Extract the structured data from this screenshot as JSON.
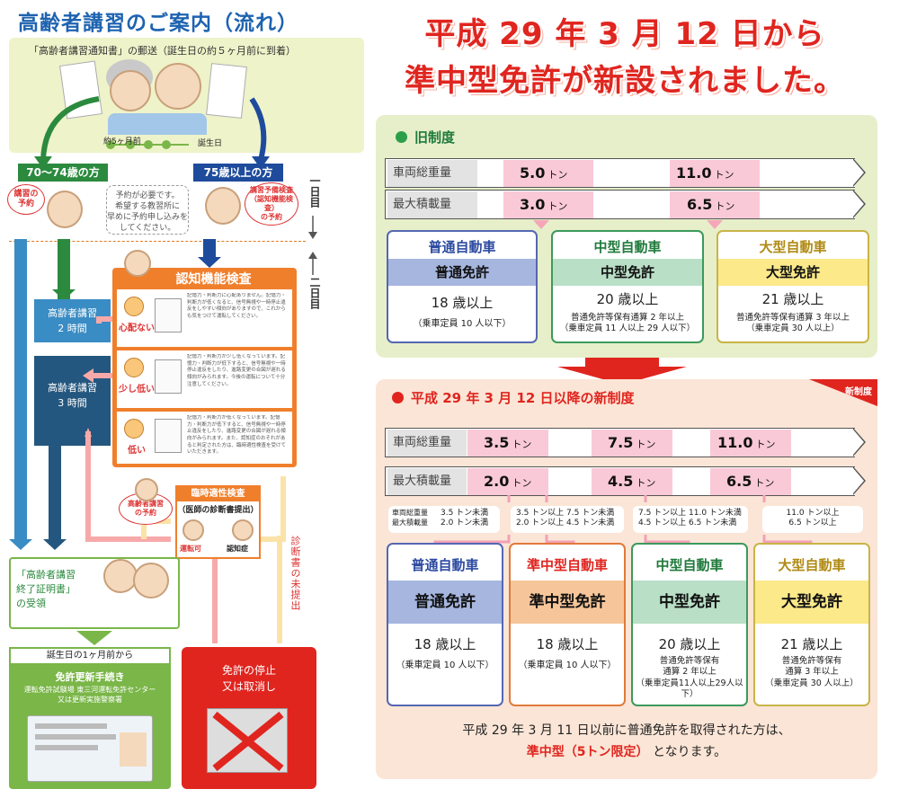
{
  "left": {
    "title": "高齢者講習のご案内（流れ）",
    "mail_notice": "「高齢者講習通知書」の郵送（誕生日の約５ヶ月前に到着）",
    "timeline_start": "約5ヶ月前",
    "timeline_end": "誕生日",
    "group_young": "70～74歳の方",
    "group_old": "75歳以上の方",
    "bubble_young": "講習の\n予約",
    "bubble_old": "講習予備検査\n（認知機能検査）\nの予約",
    "reserve_note": "予約が必要です。\n希望する教習所に\n早めに予約申し込みを\nしてください。",
    "day1": "一日目",
    "day2": "二日目",
    "cognitive_title": "認知機能検査",
    "cognitive_rows": [
      {
        "label": "心配ない",
        "text": "記憶力・判断力に心配ありません。記憶力・判断力が低くなると、信号無視や一時停止違反をしやすい傾向がありますので、これからも気をつけて運転してください。"
      },
      {
        "label": "少し低い",
        "text": "記憶力・判断力が少し低くなっています。記憶力・判断力が低下すると、信号無視や一時停止違反をしたり、進路変更の合図が遅れる傾向がみられます。今後の運転について十分注意してください。"
      },
      {
        "label": "低い",
        "text": "記憶力・判断力が低くなっています。記憶力・判断力が低下すると、信号無視や一時停止違反をしたり、進路変更の合図が遅れる傾向がみられます。また、認知症のおそれがあると判定された方は、臨時適性検査を受けていただきます。"
      }
    ],
    "lecture_2h": "高齢者講習\n2 時間",
    "lecture_3h": "高齢者講習\n3 時間",
    "bubble_reserve": "高齢者講習\nの予約",
    "temp_title": "臨時適性検査",
    "temp_sub": "（医師の診断書提出）",
    "temp_ok": "運転可",
    "temp_ng": "認知症",
    "doc_not_submitted": "診断書の未提出",
    "certificate": "「高齢者講習\n終了証明書」\nの受領",
    "renew_head": "誕生日の1ヶ月前から",
    "renew_title": "免許更新手続き",
    "renew_sub": "運転免許試験場 東三河運転免許センター\n又は更新実施警察署",
    "suspend": "免許の停止\n又は取消し"
  },
  "right": {
    "title_line1": "平成 29 年 3 月 12 日から",
    "title_line2": "準中型免許が新設されました。",
    "old_heading": "旧制度",
    "new_heading": "平成 29 年 3 月 12 日以降の新制度",
    "new_badge": "新制度",
    "row_gross": "車両総重量",
    "row_load": "最大積載量",
    "ton_unit": "トン",
    "old_gross": [
      "5.0",
      "11.0"
    ],
    "old_load": [
      "3.0",
      "6.5"
    ],
    "new_gross": [
      "3.5",
      "7.5",
      "11.0"
    ],
    "new_load": [
      "2.0",
      "4.5",
      "6.5"
    ],
    "old_licenses": [
      {
        "type": "普通自動車",
        "license": "普通免許",
        "age": "18 歳以上",
        "note": "（乗車定員 10 人以下）"
      },
      {
        "type": "中型自動車",
        "license": "中型免許",
        "age": "20 歳以上",
        "note": "普通免許等保有通算 2 年以上\n（乗車定員 11 人以上 29 人以下）"
      },
      {
        "type": "大型自動車",
        "license": "大型免許",
        "age": "21 歳以上",
        "note": "普通免許等保有通算 3 年以上\n（乗車定員 30 人以上）"
      }
    ],
    "ranges": [
      {
        "label1": "車両総重量",
        "label2": "最大積載量",
        "v1": "3.5 トン未満",
        "v2": "2.0 トン未満"
      },
      {
        "v1": "3.5 トン以上 7.5 トン未満",
        "v2": "2.0 トン以上 4.5 トン未満"
      },
      {
        "v1": "7.5 トン以上 11.0 トン未満",
        "v2": "4.5 トン以上 6.5 トン未満"
      },
      {
        "v1": "11.0 トン以上",
        "v2": "6.5 トン以上"
      }
    ],
    "new_licenses": [
      {
        "type": "普通自動車",
        "license": "普通免許",
        "age": "18 歳以上",
        "note": "（乗車定員 10 人以下）"
      },
      {
        "type": "準中型自動車",
        "license": "準中型免許",
        "age": "18 歳以上",
        "note": "（乗車定員 10 人以下）"
      },
      {
        "type": "中型自動車",
        "license": "中型免許",
        "age": "20 歳以上",
        "note": "普通免許等保有\n通算 2 年以上\n（乗車定員11人以上29人以下）"
      },
      {
        "type": "大型自動車",
        "license": "大型免許",
        "age": "21 歳以上",
        "note": "普通免許等保有\n通算 3 年以上\n（乗車定員 30 人以上）"
      }
    ],
    "footnote1": "平成 29 年 3 月 11 日以前に普通免許を取得された方は、",
    "footnote2_red": "準中型（5トン限定）",
    "footnote2_tail": "となります。"
  },
  "colors": {
    "red": "#e0251f",
    "blue_card": "#a6b6df",
    "orange_card": "#f6c69a",
    "green_card": "#b9dfc7",
    "yellow_card": "#fbe98a"
  }
}
